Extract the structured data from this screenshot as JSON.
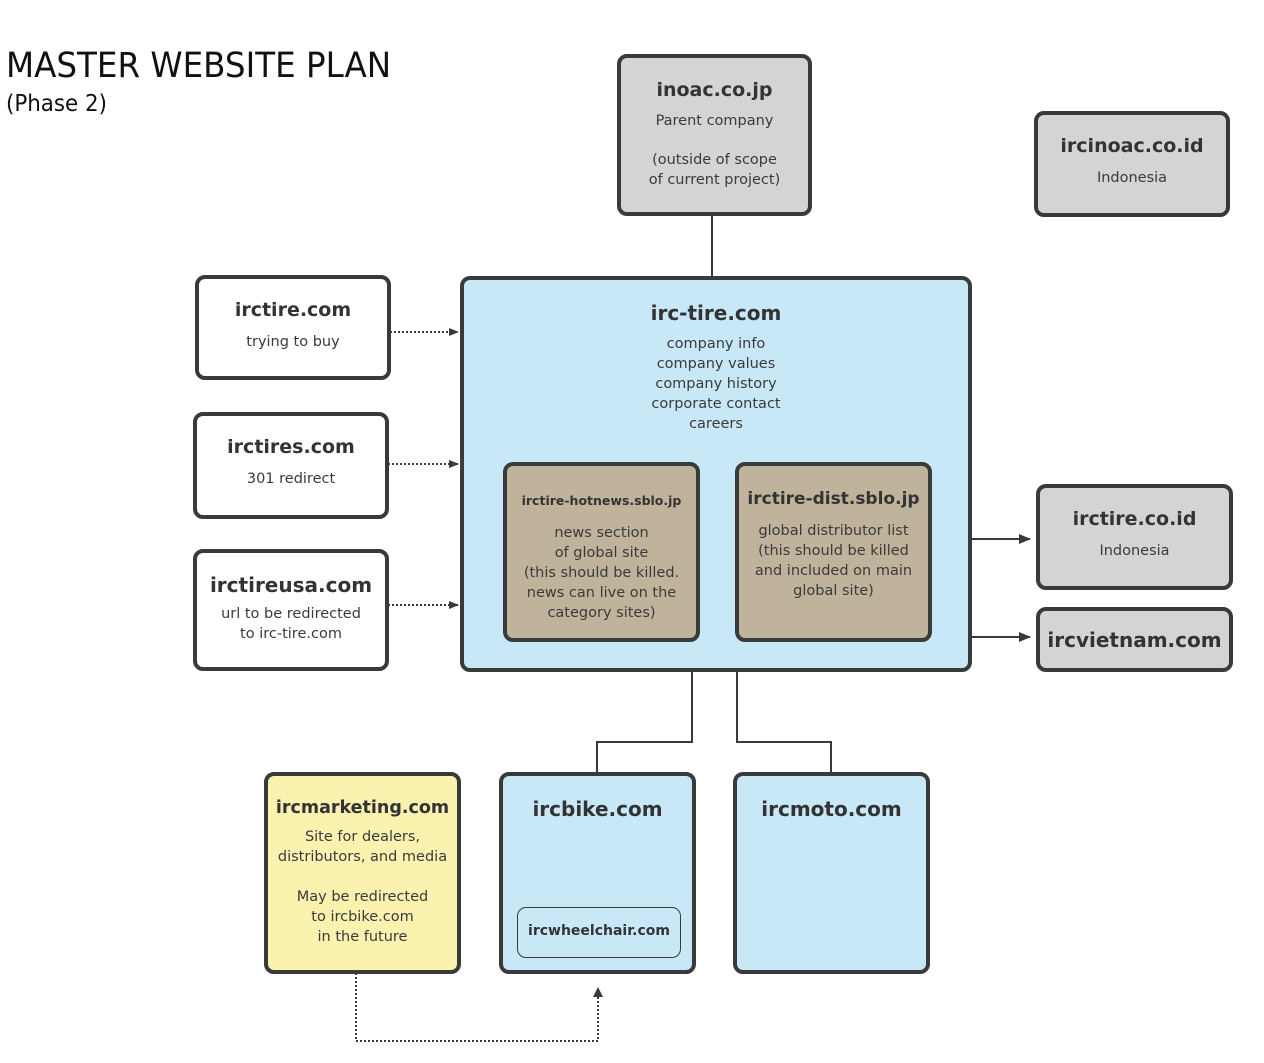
{
  "title": "MASTER WEBSITE PLAN",
  "subtitle": "(Phase 2)",
  "nodes": {
    "inoac": {
      "name": "inoac.co.jp",
      "line1": "Parent company",
      "line2": "(outside of scope\nof current project)"
    },
    "ircinoac": {
      "name": "ircinoac.co.id",
      "desc": "Indonesia"
    },
    "irctire": {
      "name": "irctire.com",
      "desc": "trying to buy"
    },
    "irctires": {
      "name": "irctires.com",
      "desc": "301 redirect"
    },
    "irctireusa": {
      "name": "irctireusa.com",
      "desc": "url to be redirected\nto irc-tire.com"
    },
    "irc_tire": {
      "name": "irc-tire.com",
      "desc": "company info\ncompany values\ncompany history\ncorporate contact\ncareers"
    },
    "hotnews": {
      "name": "irctire-hotnews.sblo.jp",
      "desc": "news section\nof global site\n(this should be killed.\nnews can live on the\ncategory sites)"
    },
    "dist": {
      "name": "irctire-dist.sblo.jp",
      "desc": "global distributor list\n(this should be killed\nand included on main\nglobal site)"
    },
    "irctire_co_id": {
      "name": "irctire.co.id",
      "desc": "Indonesia"
    },
    "ircvietnam": {
      "name": "ircvietnam.com"
    },
    "ircmarketing": {
      "name": "ircmarketing.com",
      "line1": "Site for dealers,\ndistributors, and media",
      "line2": "May be redirected\nto ircbike.com\nin the future"
    },
    "ircbike": {
      "name": "ircbike.com"
    },
    "ircwheelchair": {
      "name": "ircwheelchair.com"
    },
    "ircmoto": {
      "name": "ircmoto.com"
    }
  },
  "colors": {
    "grey": "#d3d4d6",
    "blue": "#c8e8f8",
    "tan": "#c0b39b",
    "yellow": "#fbf2b0",
    "border": "#3a3a3a"
  }
}
